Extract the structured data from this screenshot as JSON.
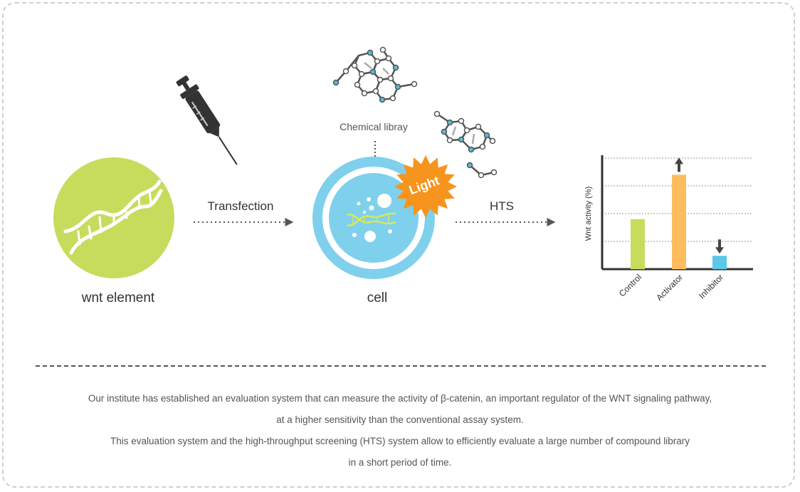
{
  "diagram": {
    "wnt_label": "wnt element",
    "cell_label": "cell",
    "transfection_label": "Transfection",
    "hts_label": "HTS",
    "chemical_label": "Chemical libray",
    "light_label": "Light"
  },
  "chart_data": {
    "type": "bar",
    "categories": [
      "Control",
      "Activator",
      "Inhibitor"
    ],
    "values": [
      45,
      85,
      12
    ],
    "ylabel": "Wnt activity (%)",
    "ylim": [
      0,
      100
    ],
    "grid": true,
    "colors": [
      "#c7dc5d",
      "#fdbd5c",
      "#5bc7e9"
    ],
    "indicators": {
      "Activator": "up",
      "Inhibitor": "down"
    }
  },
  "description": {
    "line1": "Our institute has established an evaluation system that can measure the activity of β-catenin, an important regulator of the WNT signaling pathway,",
    "line2": "at a higher sensitivity than the conventional assay system.",
    "line3": "This evaluation system and the high-throughput screening (HTS) system allow to efficiently evaluate a large number of compound library",
    "line4": "in a short period of time."
  },
  "colors": {
    "wnt_green": "#c7dc5d",
    "cell_blue": "#7fd0ec",
    "light_orange": "#f7941d",
    "molecule_gray": "#555555",
    "atom_blue": "#5bb8d8"
  },
  "icons": [
    "syringe-icon",
    "dna-icon",
    "molecule-icon",
    "starburst-icon",
    "arrow-icon"
  ]
}
